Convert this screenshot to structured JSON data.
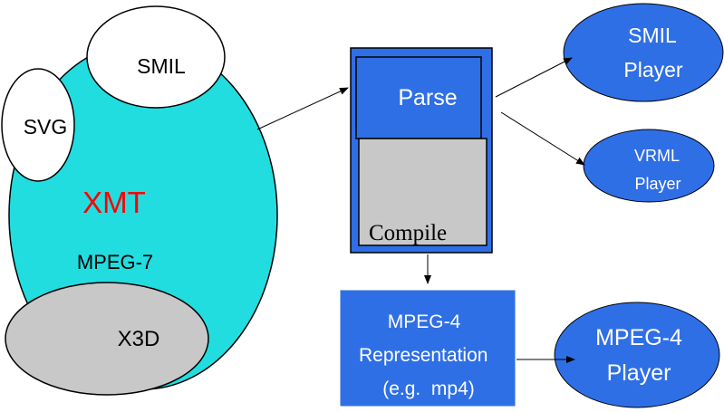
{
  "diagram": {
    "xmt_group": {
      "title": "XMT",
      "subtitle": "MPEG-7",
      "smil": "SMIL",
      "svg": "SVG",
      "x3d": "X3D"
    },
    "processor": {
      "parse": "Parse",
      "compile": "Compile"
    },
    "representation": {
      "line1": "MPEG-4",
      "line2": "Representation",
      "line3": "(e.g.  mp4)"
    },
    "players": {
      "smil": {
        "line1": "SMIL",
        "line2": "Player"
      },
      "vrml": {
        "line1": "VRML",
        "line2": "Player"
      },
      "mpeg4": {
        "line1": "MPEG-4",
        "line2": "Player"
      }
    },
    "colors": {
      "cyan": "#22dde0",
      "blue": "#2f6fe6",
      "gray": "#c8c8c8",
      "xmt_red": "#ff0000",
      "outline": "#000000",
      "white": "#ffffff"
    }
  }
}
